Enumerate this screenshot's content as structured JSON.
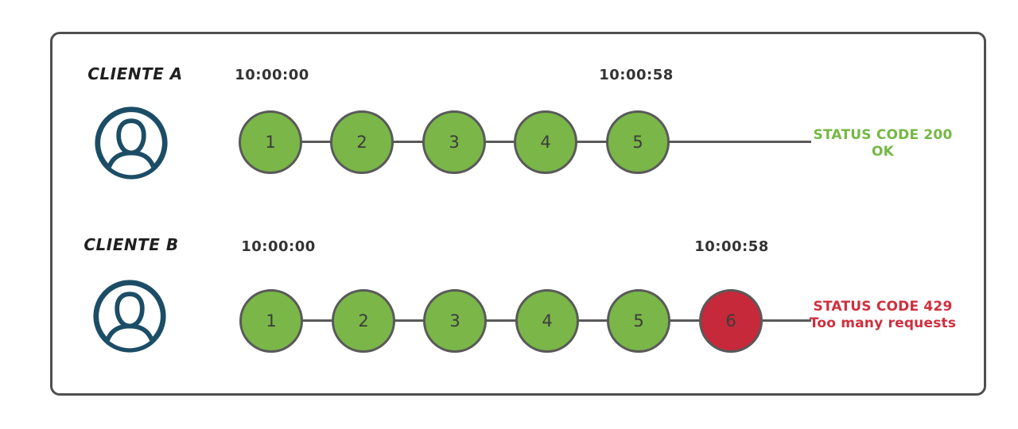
{
  "rows": [
    {
      "client_label": "CLIENTE A",
      "start_time": "10:00:00",
      "end_time": "10:00:58",
      "requests": [
        {
          "label": "1",
          "state": "ok"
        },
        {
          "label": "2",
          "state": "ok"
        },
        {
          "label": "3",
          "state": "ok"
        },
        {
          "label": "4",
          "state": "ok"
        },
        {
          "label": "5",
          "state": "ok"
        }
      ],
      "status": {
        "line1": "STATUS CODE 200",
        "line2": "OK",
        "color": "#74b843"
      }
    },
    {
      "client_label": "CLIENTE B",
      "start_time": "10:00:00",
      "end_time": "10:00:58",
      "requests": [
        {
          "label": "1",
          "state": "ok"
        },
        {
          "label": "2",
          "state": "ok"
        },
        {
          "label": "3",
          "state": "ok"
        },
        {
          "label": "4",
          "state": "ok"
        },
        {
          "label": "5",
          "state": "ok"
        },
        {
          "label": "6",
          "state": "error"
        }
      ],
      "status": {
        "line1": "STATUS CODE 429",
        "line2": "Too many requests",
        "color": "#ce2f3e"
      }
    }
  ],
  "colors": {
    "request_ok": "#7ab648",
    "request_error": "#c5293a",
    "stroke_gray": "#595959",
    "frame_border": "#4f4f4f",
    "avatar_navy": "#1c4d66",
    "text_dark": "#1f1f1f",
    "timestamp_text": "#333333"
  },
  "icons": {
    "avatar": "user-avatar-icon"
  }
}
